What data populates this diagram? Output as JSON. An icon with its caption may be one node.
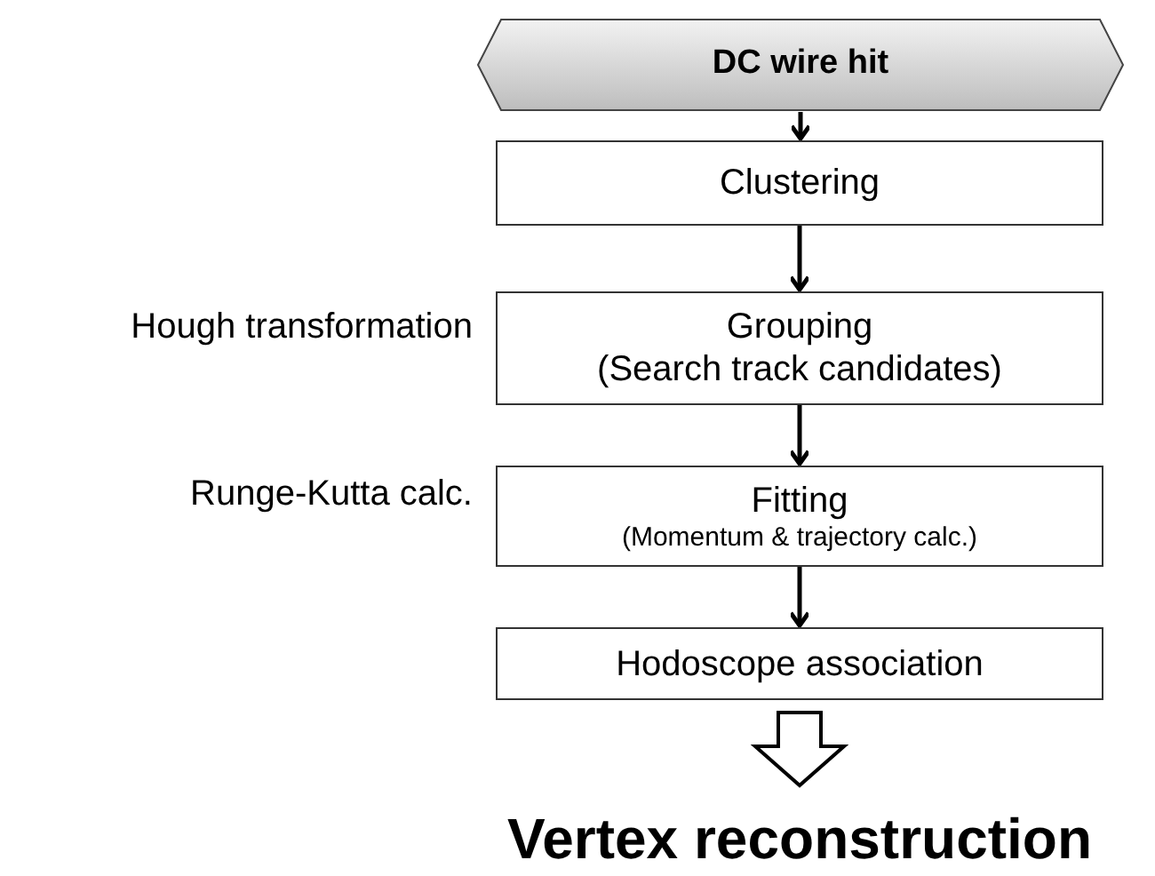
{
  "diagram": {
    "nodes": [
      {
        "text": [
          "DC wire hit"
        ]
      },
      {
        "text": [
          "Clustering"
        ]
      },
      {
        "text": [
          "Grouping",
          "(Search track candidates)"
        ],
        "beside": [
          "Hough transformation"
        ]
      },
      {
        "text": [
          "Fitting",
          "(Momentum & trajectory calc.)"
        ],
        "beside": [
          "Runge-Kutta calc."
        ]
      },
      {
        "text": [
          "Hodoscope association"
        ]
      },
      {
        "text": [
          "Vertex reconstruction"
        ]
      }
    ],
    "edges": [
      {
        "from": 0,
        "to": 1,
        "arrow": "to"
      },
      {
        "from": 1,
        "to": 2,
        "arrow": "to"
      },
      {
        "from": 2,
        "to": 3,
        "arrow": "to"
      },
      {
        "from": 3,
        "to": 4,
        "arrow": "to"
      },
      {
        "from": 4,
        "to": 5,
        "arrow": "to",
        "style": "thick"
      }
    ]
  }
}
